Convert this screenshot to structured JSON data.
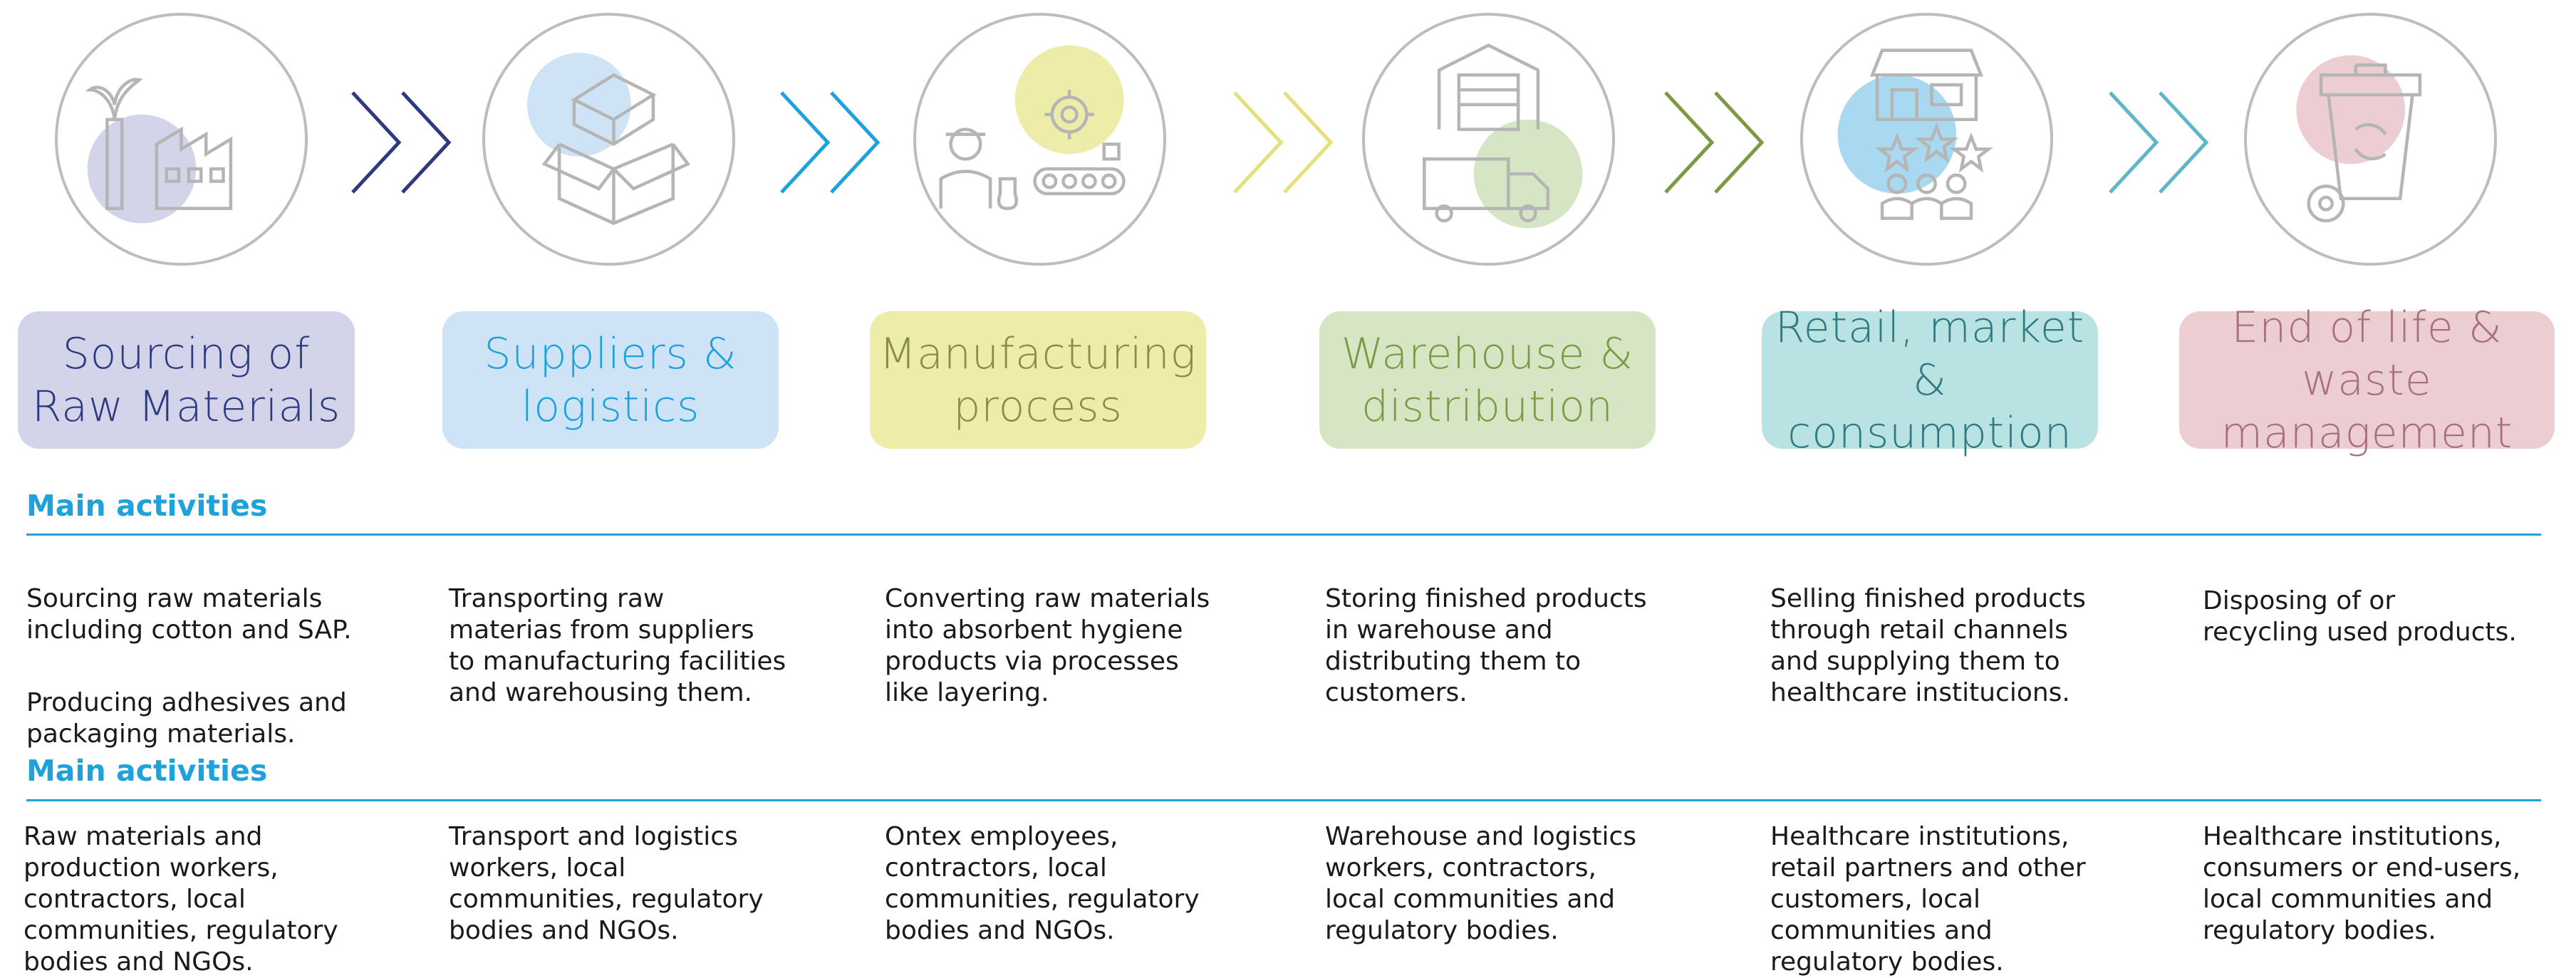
{
  "stages": [
    {
      "id": "sourcing",
      "title_line1": "Sourcing of",
      "title_line2": "Raw Materials",
      "icon": "factory-icon",
      "color": "#2e3a80",
      "box": "#d3d3e9"
    },
    {
      "id": "suppliers",
      "title_line1": "Suppliers &",
      "title_line2": "logistics",
      "icon": "boxes-icon",
      "color": "#1ea2dc",
      "box": "#cfe3f6"
    },
    {
      "id": "manufacturing",
      "title_line1": "Manufacturing",
      "title_line2": "process",
      "icon": "gear-worker-icon",
      "color": "#8a8a4a",
      "box": "#edeca9"
    },
    {
      "id": "warehouse",
      "title_line1": "Warehouse &",
      "title_line2": "distribution",
      "icon": "warehouse-truck-icon",
      "color": "#7a9a44",
      "box": "#d6e6c5"
    },
    {
      "id": "retail",
      "title_line1": "Retail, market &",
      "title_line2": "consumption",
      "icon": "shop-stars-icon",
      "color": "#2e7a82",
      "box": "#b9e2e2"
    },
    {
      "id": "endoflife",
      "title_line1": "End of life & waste",
      "title_line2": "management",
      "icon": "recycle-bin-icon",
      "color": "#a86f7c",
      "box": "#ebcdd2"
    }
  ],
  "chevron_colors": [
    "#2e3a80",
    "#1ea2dc",
    "#e6e07a",
    "#7a9a44",
    "#5cb8c8"
  ],
  "section1": {
    "heading": "Main activities",
    "columns": [
      [
        "Sourcing raw materials\nincluding cotton and SAP.",
        "Producing adhesives and\npackaging materials."
      ],
      [
        "Transporting raw\nmaterias from suppliers\nto manufacturing facilities\nand warehousing them."
      ],
      [
        "Converting raw materials\ninto absorbent hygiene\nproducts via processes\nlike layering."
      ],
      [
        "Storing finished products\nin warehouse and\ndistributing them to\ncustomers."
      ],
      [
        "Selling finished products\nthrough retail channels\nand supplying them to\nhealthcare institucions."
      ],
      [
        "Disposing of or\nrecycling used products."
      ]
    ]
  },
  "section2": {
    "heading": "Main activities",
    "columns": [
      "Raw materials and\nproduction workers,\ncontractors, local\ncommunities, regulatory\nbodies and NGOs.",
      "Transport and logistics\nworkers, local\ncommunities, regulatory\nbodies and NGOs.",
      "Ontex employees,\ncontractors, local\ncommunities, regulatory\nbodies and NGOs.",
      "Warehouse and logistics\nworkers, contractors,\nlocal communities and\nregulatory bodies.",
      "Healthcare institutions,\nretail partners and other\ncustomers, local\ncommunities and\nregulatory bodies.",
      "Healthcare institutions,\nconsumers or end-users,\nlocal communities and\nregulatory bodies."
    ]
  }
}
